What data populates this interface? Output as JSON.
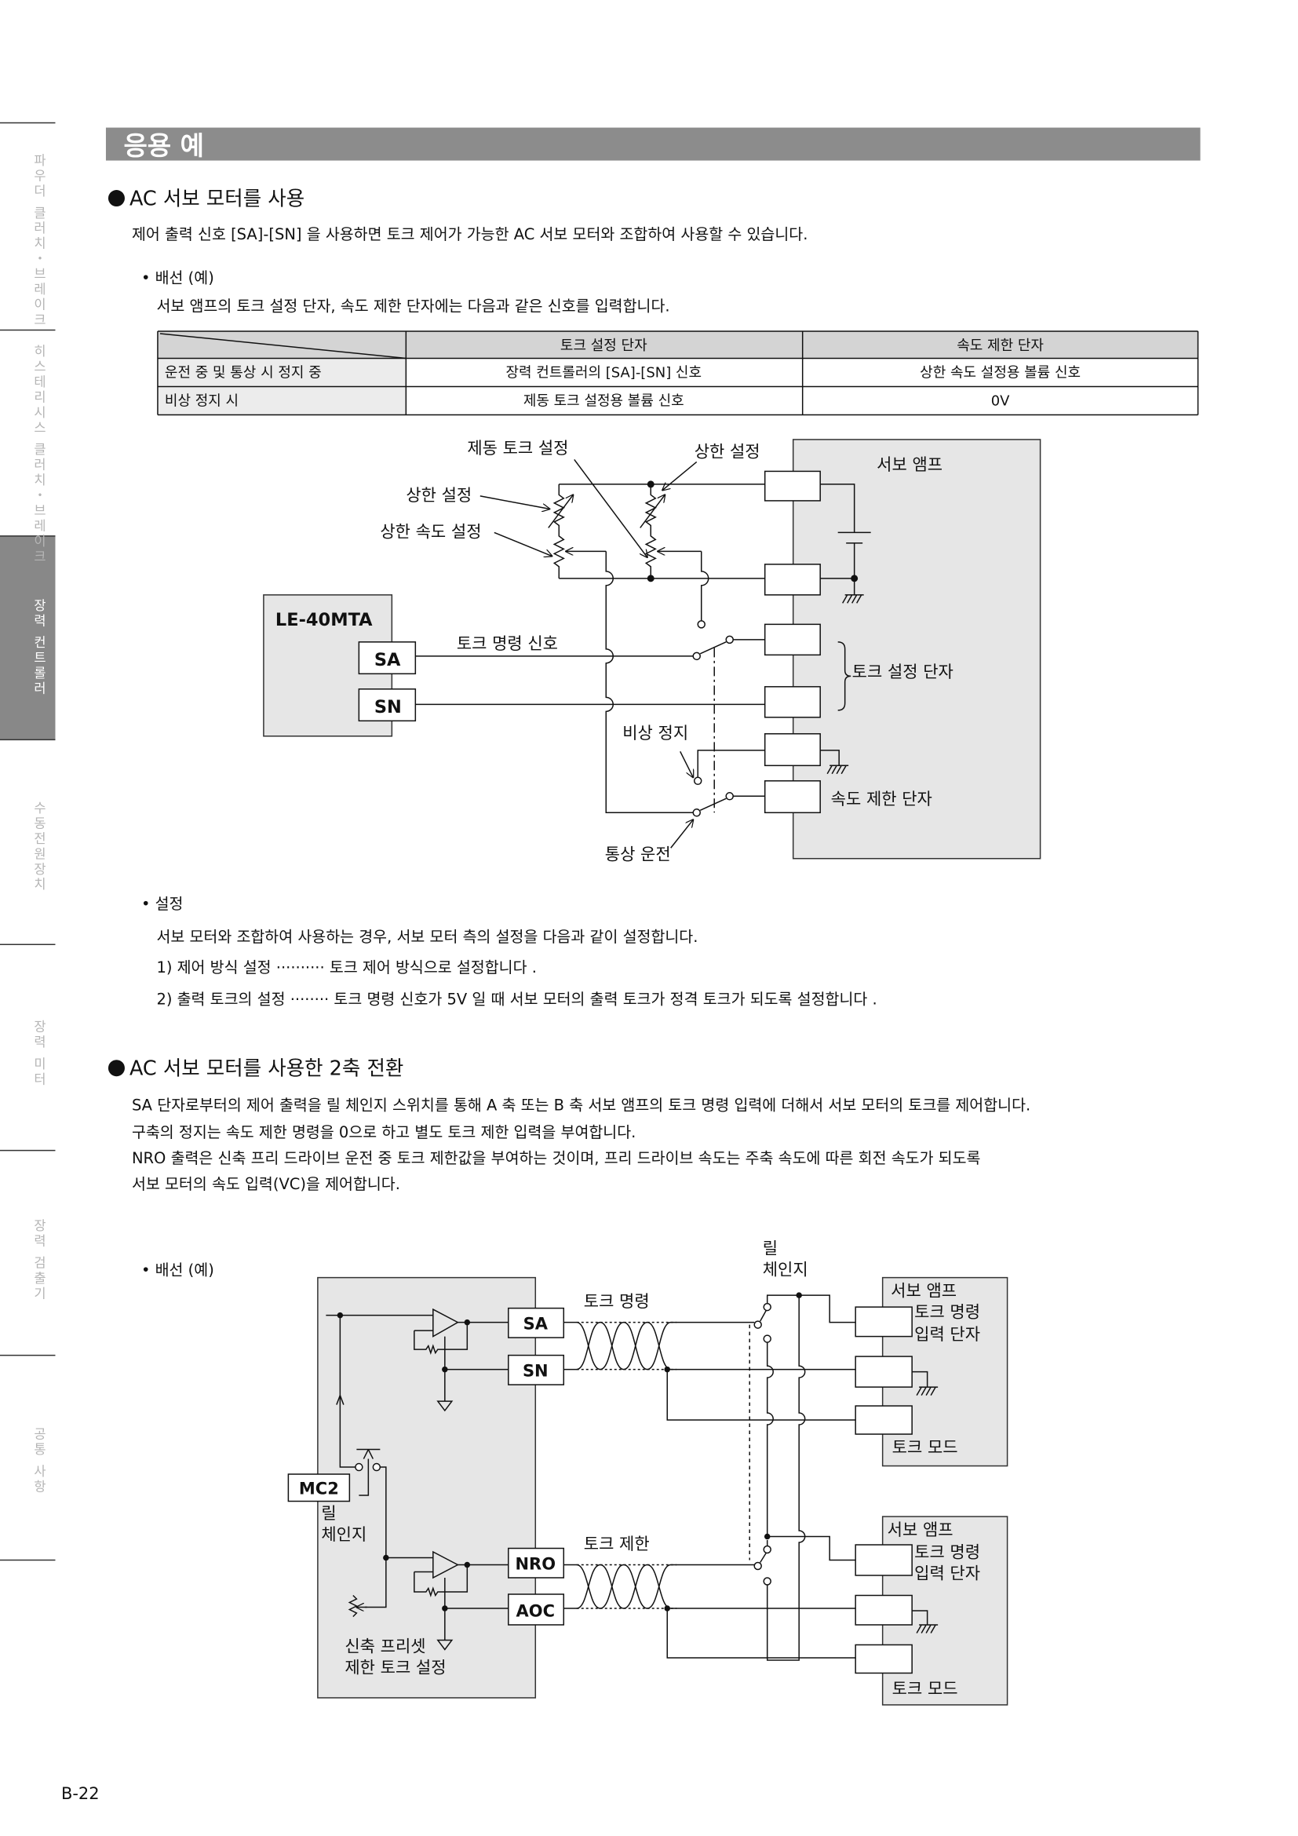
{
  "sidebar": {
    "tabs": [
      "파우더 클러치・브레이크",
      "히스테리시스 클러치・브레이크",
      "장력 컨트롤러",
      "수동전원장치",
      "장력 미터",
      "장력 검출기",
      "공통 사항"
    ],
    "active_index": 2
  },
  "header": {
    "title": "응용 예"
  },
  "section1": {
    "heading": "AC 서보 모터를 사용",
    "intro": "제어 출력 신호 [SA]-[SN] 을 사용하면 토크 제어가 가능한 AC 서보 모터와 조합하여 사용할 수 있습니다.",
    "wiring_label": "• 배선 (예)",
    "wiring_desc": "서보 앰프의 토크 설정 단자, 속도 제한 단자에는 다음과 같은 신호를 입력합니다.",
    "table": {
      "headers": [
        "토크 설정 단자",
        "속도 제한 단자"
      ],
      "rows": [
        {
          "label": "운전 중 및 통상 시 정지 중",
          "torque": "장력 컨트롤러의 [SA]-[SN] 신호",
          "speed": "상한 속도 설정용 볼륨 신호"
        },
        {
          "label": "비상 정지 시",
          "torque": "제동 토크 설정용 볼륨 신호",
          "speed": "0V"
        }
      ]
    },
    "diagram": {
      "brake_torque": "제동 토크 설정",
      "upper_limit_right": "상한 설정",
      "upper_limit_left": "상한 설정",
      "upper_speed": "상한 속도 설정",
      "servo_amp": "서보 앰프",
      "controller": "LE-40MTA",
      "sa": "SA",
      "sn": "SN",
      "torque_cmd": "토크 명령 신호",
      "torque_terminal": "토크 설정 단자",
      "emergency_stop": "비상 정지",
      "speed_terminal": "속도 제한 단자",
      "normal_run": "통상 운전"
    },
    "settings": {
      "label": "• 설정",
      "desc": "서보 모터와 조합하여 사용하는 경우, 서보 모터 측의 설정을 다음과 같이 설정합니다.",
      "items": [
        "1) 제어 방식 설정 ·········· 토크 제어 방식으로 설정합니다 .",
        "2) 출력 토크의 설정 ········ 토크 명령 신호가 5V 일 때 서보 모터의 출력 토크가 정격 토크가 되도록 설정합니다 ."
      ]
    }
  },
  "section2": {
    "heading": "AC 서보 모터를 사용한 2축 전환",
    "paragraph": [
      "SA 단자로부터의 제어 출력을 릴 체인지 스위치를 통해 A 축 또는 B 축 서보 앰프의 토크 명령 입력에 더해서 서보 모터의 토크를 제어합니다.",
      "구축의 정지는 속도 제한 명령을 0으로 하고 별도 토크 제한 입력을 부여합니다.",
      "NRO 출력은 신축 프리 드라이브 운전 중 토크 제한값을 부여하는 것이며, 프리 드라이브 속도는 주축 속도에 따른 회전 속도가 되도록",
      "서보 모터의 속도 입력(VC)을 제어합니다."
    ],
    "wiring_label": "• 배선 (예)",
    "diagram": {
      "reel_change_top_1": "릴",
      "reel_change_top_2": "체인지",
      "torque_cmd": "토크 명령",
      "torque_limit": "토크 제한",
      "sa": "SA",
      "sn": "SN",
      "nro": "NRO",
      "aoc": "AOC",
      "mc2": "MC2",
      "reel_change_left_1": "릴",
      "reel_change_left_2": "체인지",
      "preset_1": "신축 프리셋",
      "preset_2": "제한 토크 설정",
      "amp_a": {
        "title": "서보 앰프",
        "input_1": "토크 명령",
        "input_2": "입력 단자",
        "mode": "토크 모드"
      },
      "amp_b": {
        "title": "서보 앰프",
        "input_1": "토크 명령",
        "input_2": "입력 단자",
        "mode": "토크 모드"
      }
    }
  },
  "page_number": "B-22",
  "colors": {
    "header_bar": "#8c8c8c",
    "active_tab": "#888888",
    "panel": "#e6e6e6",
    "table_header": "#d4d4d4"
  }
}
